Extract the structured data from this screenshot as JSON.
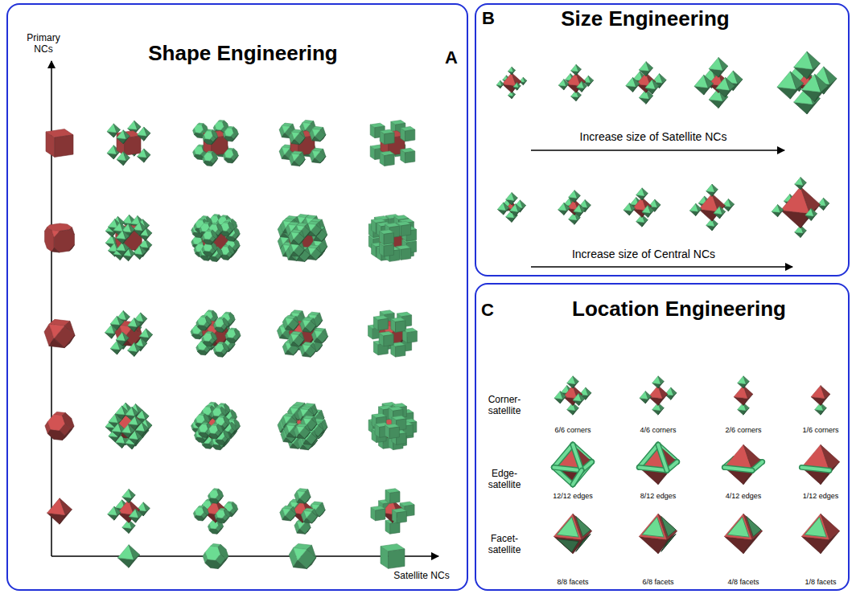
{
  "diagram": {
    "nodes": [
      {
        "text": [
          "Shape Engineering",
          "A"
        ]
      },
      {
        "text": [
          "B",
          "Size Engineering"
        ]
      },
      {
        "text": [
          "C",
          "Location Engineering"
        ]
      }
    ],
    "labels": [
      "Primary NCs",
      "Satellite NCs",
      "Increase size of Satellite NCs",
      "Increase size of Central NCs",
      "Corner-satellite",
      "6/6 corners",
      "4/6 corners",
      "2/6 corners",
      "1/6 corners",
      "Edge-satellite",
      "12/12 edges",
      "8/12 edges",
      "4/12 edges",
      "1/12 edges",
      "Facet-satellite",
      "8/8 facets",
      "6/8 facets",
      "4/8 facets",
      "1/8 facets"
    ]
  }
}
